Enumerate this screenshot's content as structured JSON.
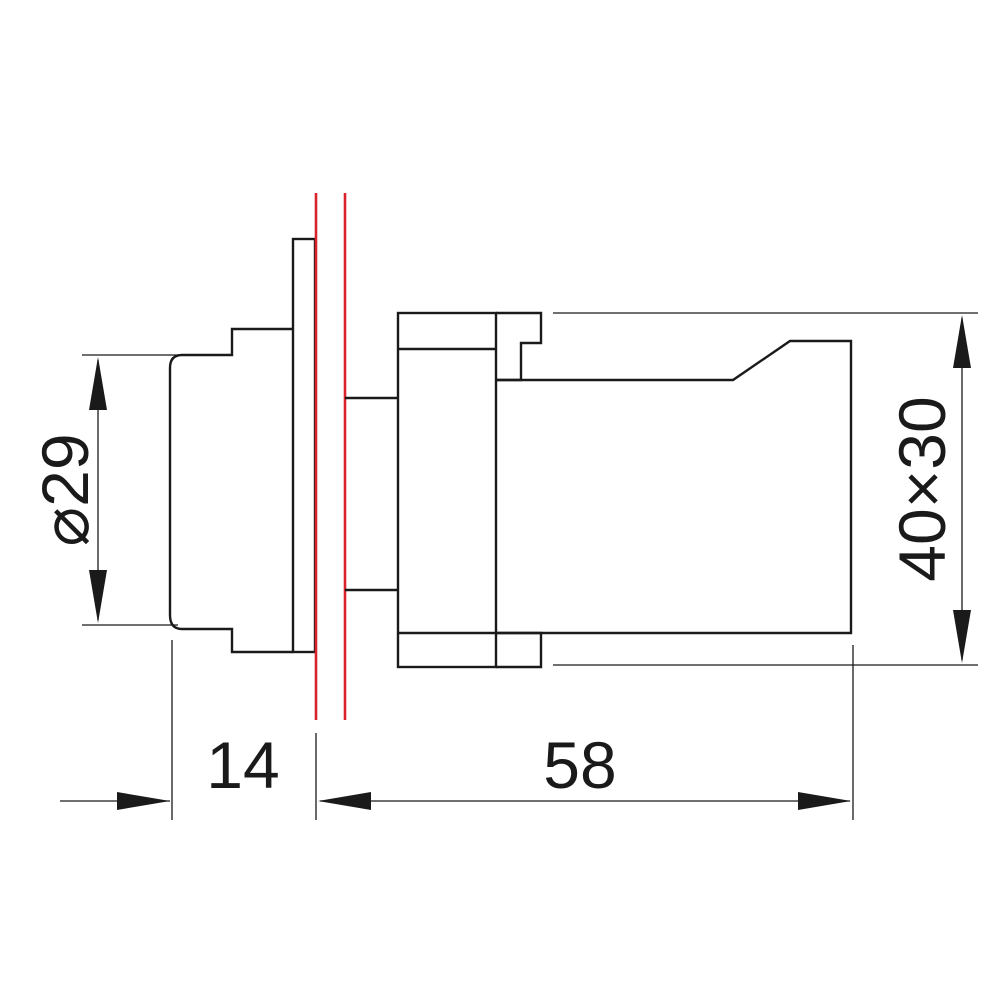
{
  "dimensions": {
    "diameter": "⌀29",
    "front_depth": "14",
    "body_depth": "58",
    "body_size": "40×30"
  },
  "colors": {
    "outline": "#1a1a1a",
    "panel_lines": "#d8232a"
  }
}
